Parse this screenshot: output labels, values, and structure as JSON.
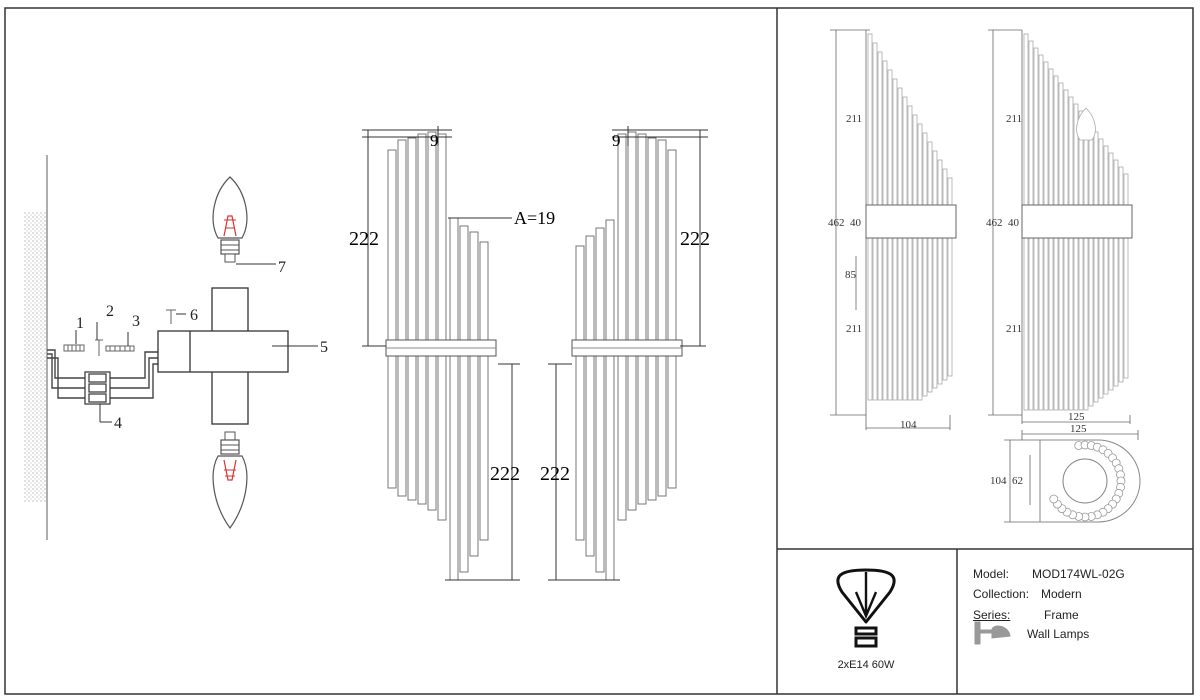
{
  "assembly": {
    "parts": [
      "1",
      "2",
      "3",
      "4",
      "5",
      "6",
      "7"
    ]
  },
  "front_view": {
    "dim_top_offset": "9",
    "dim_upper_height": "222",
    "dim_lower_height": "222",
    "dim_rod": "A=19"
  },
  "mirror_view": {
    "dim_top_offset": "9",
    "dim_upper_height": "222",
    "dim_lower_height": "222"
  },
  "side_views": {
    "left": {
      "total": "462",
      "band": "40",
      "upper": "211",
      "mid": "85",
      "lower": "211",
      "width": "104"
    },
    "right": {
      "total": "462",
      "band": "40",
      "upper": "211",
      "lower": "211",
      "width": "125"
    }
  },
  "top_view": {
    "width": "125",
    "depth": "104",
    "inner": "62"
  },
  "bulb": {
    "spec": "2xE14 60W"
  },
  "title_block": {
    "model_label": "Model:",
    "model": "MOD174WL-02G",
    "collection_label": "Collection:",
    "collection": "Modern",
    "series_label": "Series:",
    "series": "Frame",
    "type": "Wall Lamps"
  }
}
